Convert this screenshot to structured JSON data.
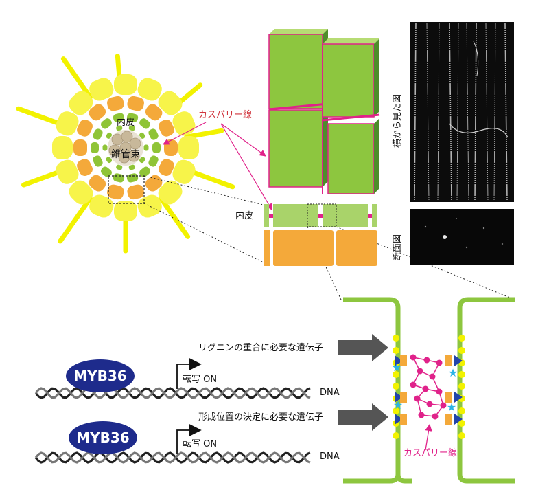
{
  "labels": {
    "endodermis": "内皮",
    "vascular": "維管束",
    "casparian_strip": "カスパリー線",
    "endodermis_section": "内皮",
    "side_view": "横から見た図",
    "cross_section": "断面図",
    "lignin_gene": "リグニンの重合に必要な遺伝子",
    "position_gene": "形成位置の決定に必要な遺伝子",
    "myb_1": "MYB36",
    "myb_2": "MYB36",
    "transcription_1": "転写 ON",
    "transcription_2": "転写 ON",
    "dna_1": "DNA",
    "dna_2": "DNA",
    "casparian_bottom": "カスパリー線"
  },
  "colors": {
    "root_hair": "#f2f200",
    "cortex": "#f7f44a",
    "orange": "#f4a93a",
    "green": "#8fc437",
    "vascular_cell": "#c8b89a",
    "magenta": "#e0228a",
    "label_red": "#d0343c",
    "myb": "#1e2b8c",
    "arrow_gray": "#555555",
    "block_green": "#8dc63f",
    "block_dark": "#4d8d2a"
  }
}
